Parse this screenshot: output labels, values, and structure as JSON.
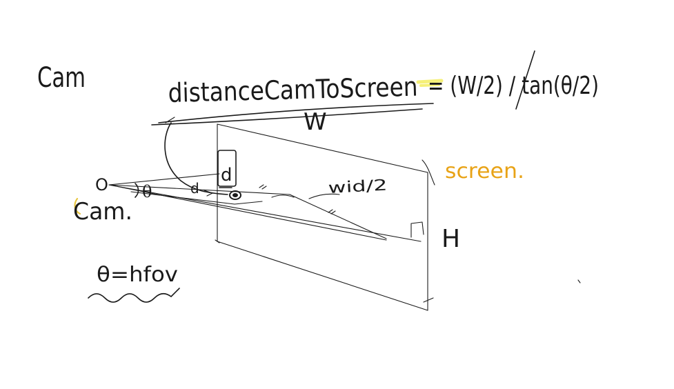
{
  "labels": {
    "cam_top": "Cam",
    "formula_lhs": "distanceCamToScreen",
    "formula_rhs": "= (W/2) / tan(θ/2)",
    "width_label": "W",
    "screen_label": "screen.",
    "height_label": "H",
    "d_boxed": "d",
    "d_small": "d",
    "half_width": "wid/2",
    "origin_o": "O",
    "theta": "θ",
    "cam_left": "Cam.",
    "hfov_note": "θ=hfov"
  },
  "colors": {
    "ink": "#1a1a1a",
    "screen_label": "#e8a317",
    "highlight": "#f5f078",
    "cam_accent": "#e8c640"
  }
}
